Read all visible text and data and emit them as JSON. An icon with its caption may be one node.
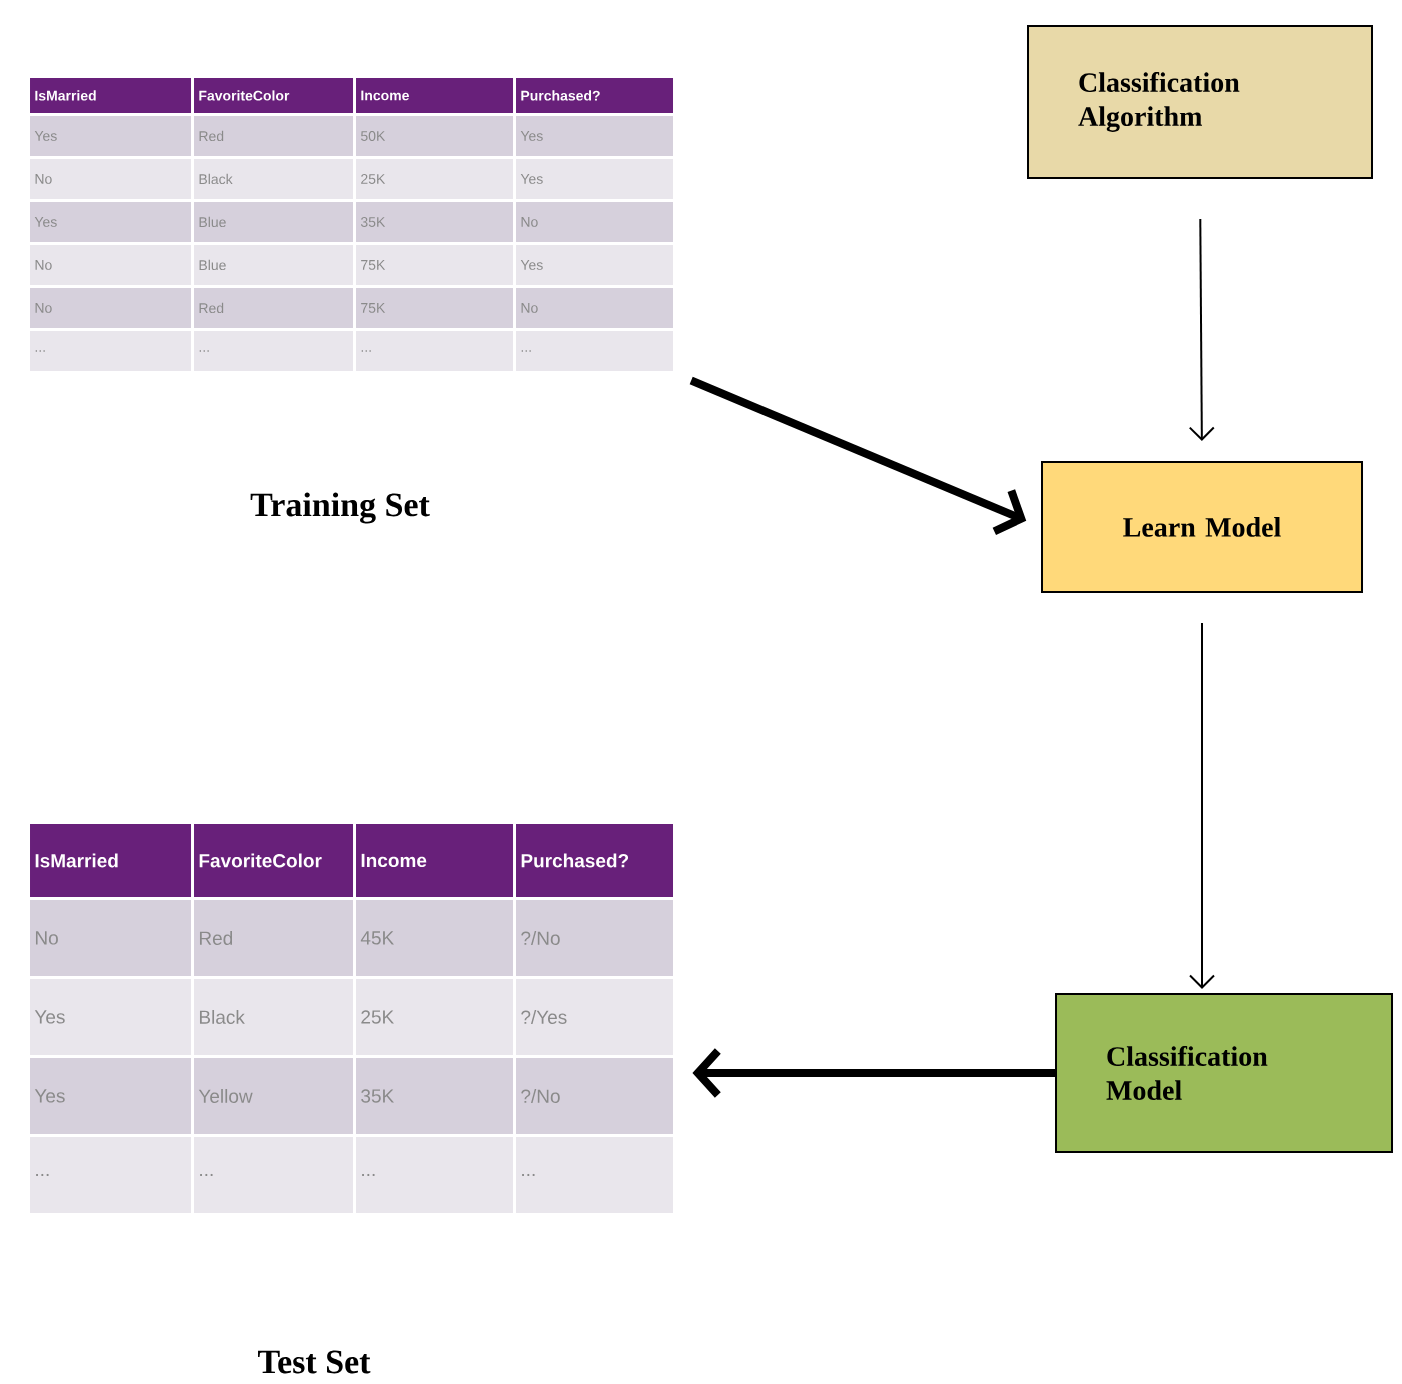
{
  "diagram": {
    "nodes": [
      {
        "text": [
          "IsMarried",
          "FavoriteColor",
          "Income",
          "Purchased?",
          "Yes",
          "Red",
          "50K",
          "Yes",
          "No",
          "Black",
          "25K",
          "Yes",
          "Yes",
          "Blue",
          "35K",
          "No",
          "No",
          "Blue",
          "75K",
          "Yes",
          "No",
          "Red",
          "75K",
          "No",
          "...",
          "...",
          "...",
          "..."
        ]
      },
      {
        "text": [
          "Classification Algorithm"
        ]
      },
      {
        "text": [
          "Learn Model"
        ]
      },
      {
        "text": [
          "IsMarried",
          "FavoriteColor",
          "Income",
          "Purchased?",
          "No",
          "Red",
          "45K",
          "?/No",
          "Yes",
          "Black",
          "25K",
          "?/Yes",
          "Yes",
          "Yellow",
          "35K",
          "?/No",
          "...",
          "...",
          "...",
          "..."
        ]
      },
      {
        "text": [
          "Classification Model"
        ]
      }
    ],
    "edges": [
      {
        "from": 0,
        "to": 2,
        "arrow": "to",
        "style": "thick"
      },
      {
        "from": 1,
        "to": 2,
        "arrow": "to"
      },
      {
        "from": 2,
        "to": 4,
        "arrow": "to"
      },
      {
        "from": 4,
        "to": 3,
        "arrow": "to",
        "style": "thick"
      }
    ],
    "labels": [
      "Training Set",
      "Test Set"
    ]
  }
}
